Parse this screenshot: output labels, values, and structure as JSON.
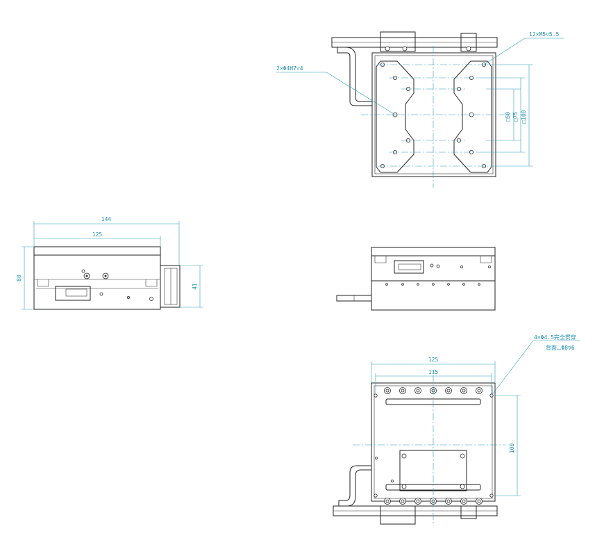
{
  "top_view": {
    "callout_tapped_holes": "12×M5▽5.5",
    "callout_pin_holes": "2×Φ4H7▽4",
    "square_50": "□50",
    "square_75": "□75",
    "square_100": "□100"
  },
  "front_view": {
    "width_overall": "144",
    "width_body": "125",
    "height_overall": "80",
    "height_right": "41"
  },
  "bottom_view": {
    "width_overall": "125",
    "width_holes": "115",
    "height_holes": "100",
    "callout_line1": "4×Φ4.5完全贯穿",
    "callout_line2": "背面⌴Φ8▽6"
  },
  "colors": {
    "outline": "#222222",
    "dimension": "#2a9cc0"
  }
}
